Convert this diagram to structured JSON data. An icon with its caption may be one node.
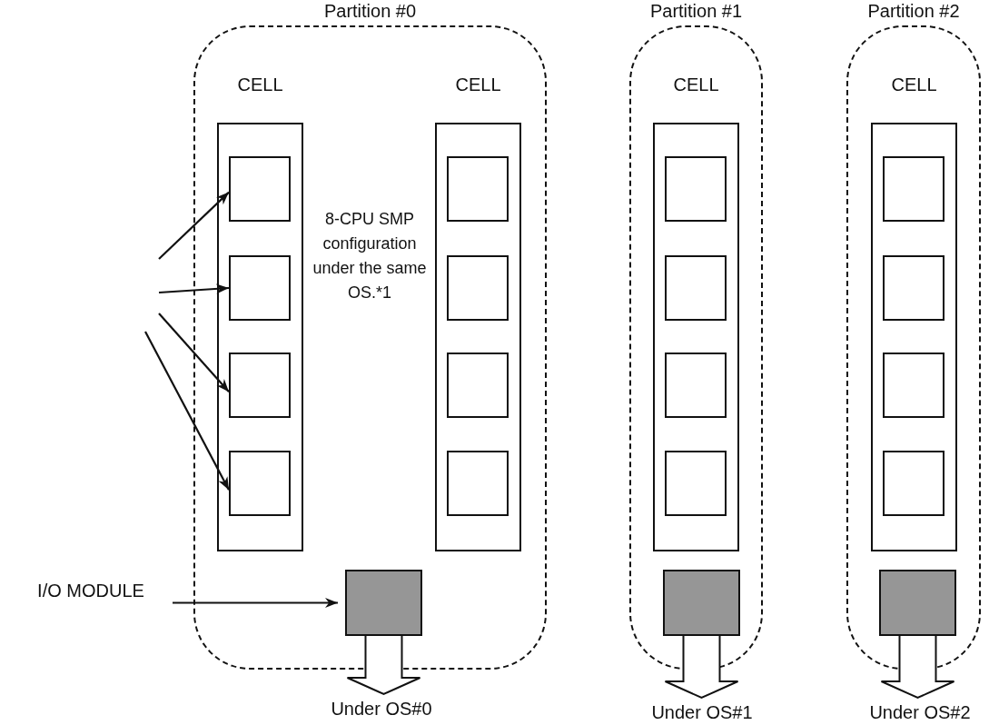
{
  "diagram": {
    "nodes": [
      {
        "text": [
          "Partition #0"
        ]
      },
      {
        "text": [
          "CELL"
        ],
        "in": 0
      },
      {
        "text": [],
        "shape": "box",
        "in": 1
      },
      {
        "text": [],
        "shape": "box",
        "in": 1
      },
      {
        "text": [],
        "shape": "box",
        "in": 1
      },
      {
        "text": [],
        "shape": "box",
        "in": 1
      },
      {
        "text": [
          "CELL"
        ],
        "in": 0
      },
      {
        "text": [],
        "shape": "box",
        "in": 6
      },
      {
        "text": [],
        "shape": "box",
        "in": 6
      },
      {
        "text": [],
        "shape": "box",
        "in": 6
      },
      {
        "text": [],
        "shape": "box",
        "in": 6
      },
      {
        "text": [],
        "shape": "box",
        "in": 0
      },
      {
        "text": [
          "I/O MODULE"
        ]
      },
      {
        "text": [
          "Under OS#0"
        ]
      },
      {
        "text": [
          "Partition #1"
        ]
      },
      {
        "text": [
          "CELL"
        ],
        "in": 14
      },
      {
        "text": [],
        "shape": "box",
        "in": 15
      },
      {
        "text": [],
        "shape": "box",
        "in": 15
      },
      {
        "text": [],
        "shape": "box",
        "in": 15
      },
      {
        "text": [],
        "shape": "box",
        "in": 15
      },
      {
        "text": [],
        "shape": "box",
        "in": 14
      },
      {
        "text": [
          "Under OS#1"
        ]
      },
      {
        "text": [
          "Partition #2"
        ]
      },
      {
        "text": [
          "CELL"
        ],
        "in": 22
      },
      {
        "text": [],
        "shape": "box",
        "in": 23
      },
      {
        "text": [],
        "shape": "box",
        "in": 23
      },
      {
        "text": [],
        "shape": "box",
        "in": 23
      },
      {
        "text": [],
        "shape": "box",
        "in": 23
      },
      {
        "text": [],
        "shape": "box",
        "in": 22
      },
      {
        "text": [
          "Under OS#2"
        ]
      }
    ],
    "edges": [
      {
        "from": null,
        "to": 2,
        "arrow": "to"
      },
      {
        "from": null,
        "to": 3,
        "arrow": "to"
      },
      {
        "from": null,
        "to": 4,
        "arrow": "to"
      },
      {
        "from": null,
        "to": 5,
        "arrow": "to"
      },
      {
        "from": 12,
        "to": 11,
        "arrow": "to"
      },
      {
        "from": 11,
        "to": 13,
        "arrow": "to",
        "style": "thick"
      },
      {
        "from": 20,
        "to": 21,
        "arrow": "to",
        "style": "thick"
      },
      {
        "from": 28,
        "to": 29,
        "arrow": "to",
        "style": "thick"
      }
    ],
    "labels": [
      "8-CPU SMP configuration under the same OS.*1"
    ]
  }
}
